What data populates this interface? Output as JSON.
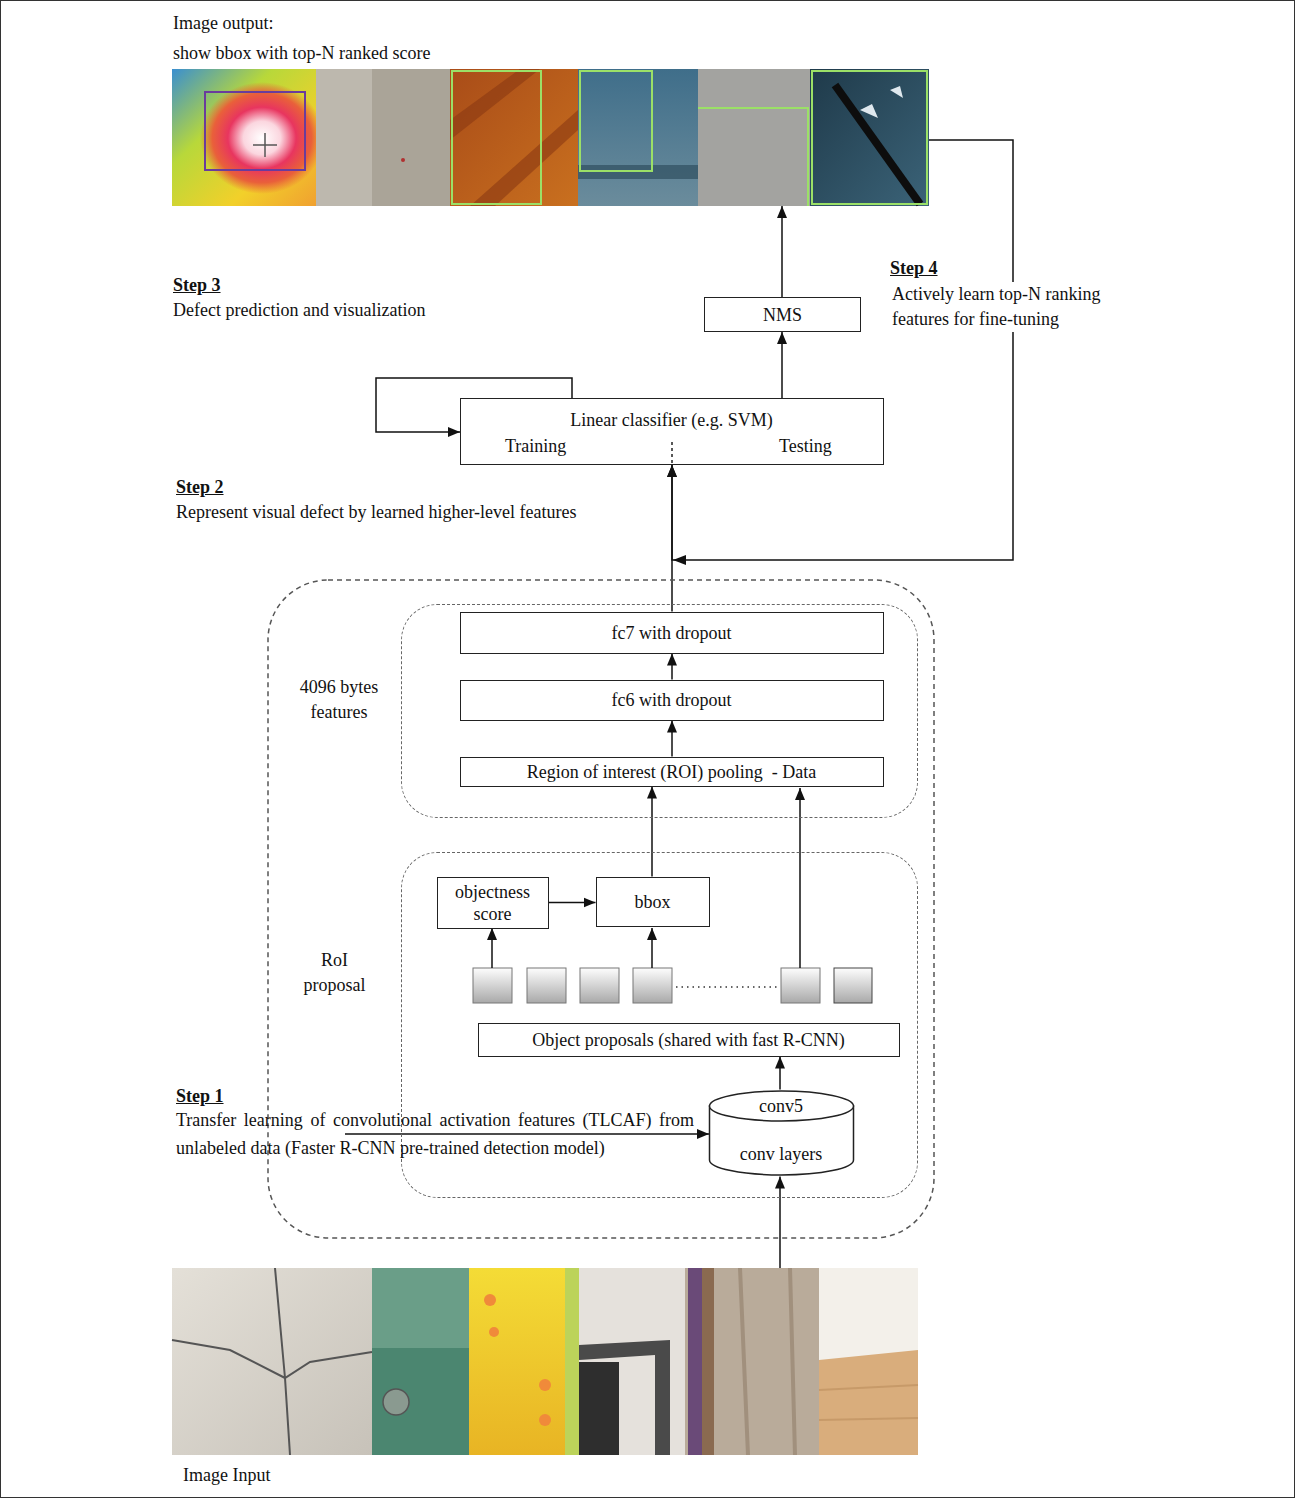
{
  "diagram": {
    "nodes": [
      {
        "text": [
          "Image output:",
          "show bbox with top-N ranked score"
        ]
      },
      {
        "text": [
          "NMS"
        ]
      },
      {
        "text": [
          "Linear classifier (e.g. SVM)",
          "Training",
          "Testing"
        ]
      },
      {
        "text": [
          "4096 bytes features"
        ]
      },
      {
        "text": [
          "fc7 with dropout"
        ],
        "in": 3
      },
      {
        "text": [
          "fc6 with dropout"
        ],
        "in": 3
      },
      {
        "text": [
          "Region of interest (ROI) pooling  - Data"
        ],
        "in": 3
      },
      {
        "text": [
          "RoI proposal"
        ]
      },
      {
        "text": [
          "objectness score"
        ],
        "in": 7
      },
      {
        "text": [
          "bbox"
        ],
        "in": 7
      },
      {
        "text": [
          "Object proposals (shared with fast R-CNN)"
        ],
        "in": 7
      },
      {
        "text": [
          "conv5",
          "conv layers"
        ],
        "in": 7
      },
      {
        "text": [
          "Image Input"
        ]
      }
    ],
    "edges": [
      {
        "from": 2,
        "to": 1,
        "arrow": "to"
      },
      {
        "from": 1,
        "to": 0,
        "arrow": "to"
      },
      {
        "from": 0,
        "to": 2,
        "arrow": "to"
      },
      {
        "from": 2,
        "to": 2,
        "arrow": "to"
      },
      {
        "from": 4,
        "to": 2,
        "arrow": "to"
      },
      {
        "from": 5,
        "to": 4,
        "arrow": "to"
      },
      {
        "from": 6,
        "to": 5,
        "arrow": "to"
      },
      {
        "from": 9,
        "to": 6,
        "arrow": "to"
      },
      {
        "from": 8,
        "to": 9,
        "arrow": "to"
      },
      {
        "from": 11,
        "to": 10,
        "arrow": "to"
      },
      {
        "from": 12,
        "to": 11,
        "arrow": "to"
      }
    ],
    "labels": [
      "Step 3",
      "Defect prediction and visualization",
      "Step 4",
      "Actively learn top-N ranking features for fine-tuning",
      "Step 2",
      "Represent visual defect by learned higher-level features",
      "Step 1",
      "Transfer learning of convolutional activation features (TLCAF) from unlabeled data (Faster R-CNN pre-trained detection model)"
    ]
  }
}
